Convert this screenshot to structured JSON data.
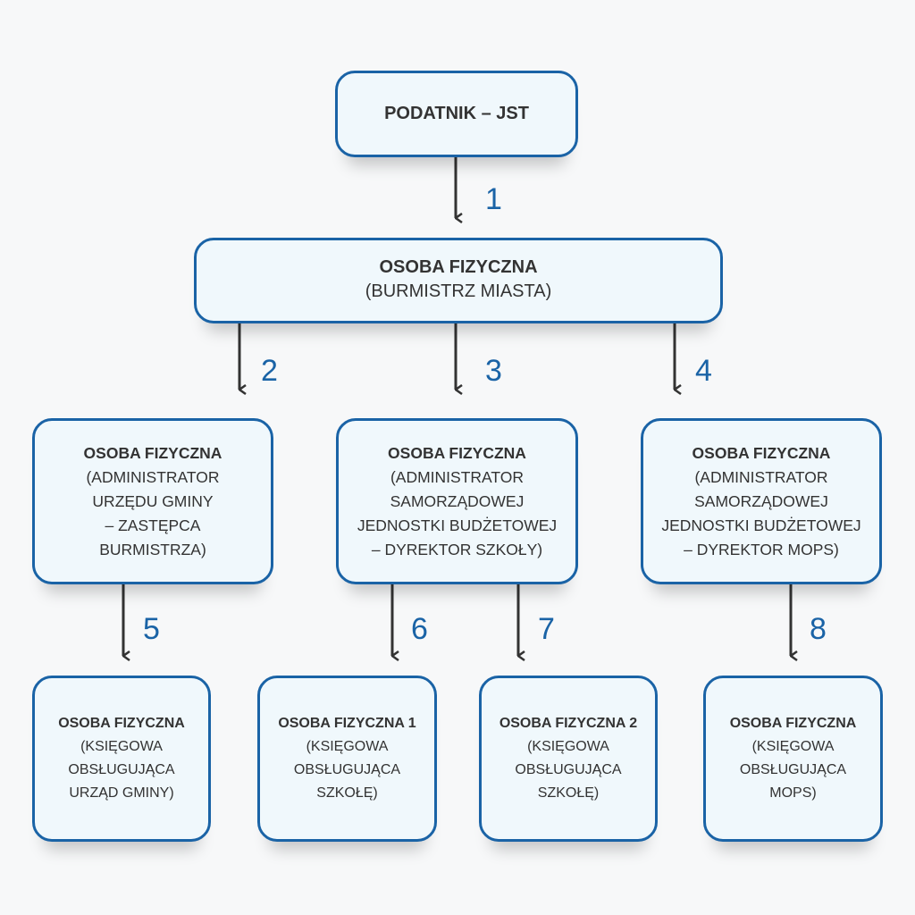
{
  "nodes": {
    "root": {
      "title": "PODATNIK – JST",
      "lines": []
    },
    "burmistrz": {
      "title": "OSOBA FIZYCZNA",
      "lines": [
        "(BURMISTRZ MIASTA)"
      ]
    },
    "zastepca": {
      "title": "OSOBA FIZYCZNA",
      "lines": [
        "(ADMINISTRATOR",
        "URZĘDU GMINY",
        "– ZASTĘPCA",
        "BURMISTRZA)"
      ]
    },
    "szkola": {
      "title": "OSOBA FIZYCZNA",
      "lines": [
        "(ADMINISTRATOR",
        "SAMORZĄDOWEJ",
        "JEDNOSTKI BUDŻETOWEJ",
        "– DYREKTOR SZKOŁY)"
      ]
    },
    "mops": {
      "title": "OSOBA FIZYCZNA",
      "lines": [
        "(ADMINISTRATOR",
        "SAMORZĄDOWEJ",
        "JEDNOSTKI BUDŻETOWEJ",
        "– DYREKTOR MOPS)"
      ]
    },
    "ks_gmina": {
      "title": "OSOBA FIZYCZNA",
      "lines": [
        "(KSIĘGOWA",
        "OBSŁUGUJĄCA",
        "URZĄD GMINY)"
      ]
    },
    "ks_szkola1": {
      "title": "OSOBA FIZYCZNA 1",
      "lines": [
        "(KSIĘGOWA",
        "OBSŁUGUJĄCA",
        "SZKOŁĘ)"
      ]
    },
    "ks_szkola2": {
      "title": "OSOBA FIZYCZNA 2",
      "lines": [
        "(KSIĘGOWA",
        "OBSŁUGUJĄCA",
        "SZKOŁĘ)"
      ]
    },
    "ks_mops": {
      "title": "OSOBA FIZYCZNA",
      "lines": [
        "(KSIĘGOWA",
        "OBSŁUGUJĄCA",
        "MOPS)"
      ]
    }
  },
  "edges": [
    {
      "from": "root",
      "to": "burmistrz",
      "label": "1"
    },
    {
      "from": "burmistrz",
      "to": "zastepca",
      "label": "2"
    },
    {
      "from": "burmistrz",
      "to": "szkola",
      "label": "3"
    },
    {
      "from": "burmistrz",
      "to": "mops",
      "label": "4"
    },
    {
      "from": "zastepca",
      "to": "ks_gmina",
      "label": "5"
    },
    {
      "from": "szkola",
      "to": "ks_szkola1",
      "label": "6"
    },
    {
      "from": "szkola",
      "to": "ks_szkola2",
      "label": "7"
    },
    {
      "from": "mops",
      "to": "ks_mops",
      "label": "8"
    }
  ],
  "colors": {
    "border": "#1a63a6",
    "fill": "#f0f8fc",
    "label": "#1a63a6",
    "arrow": "#333333"
  }
}
